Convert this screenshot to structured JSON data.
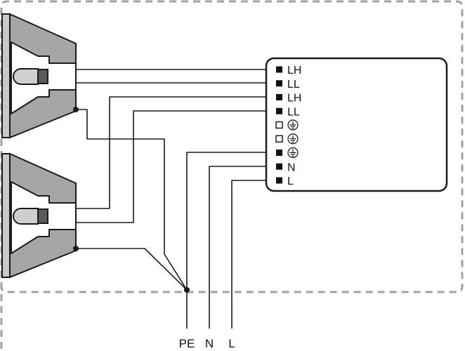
{
  "diagram": {
    "colors": {
      "line": "#1a1a1a",
      "housing": "#a6a6a6",
      "lamp_bar": "#c8c8c8",
      "dashed_outline": "#a0a0a0"
    },
    "terminals": [
      {
        "label": "LH",
        "filled": true,
        "ground_symbol": false
      },
      {
        "label": "LL",
        "filled": true,
        "ground_symbol": false
      },
      {
        "label": "LH",
        "filled": true,
        "ground_symbol": false
      },
      {
        "label": "LL",
        "filled": true,
        "ground_symbol": false
      },
      {
        "label": "",
        "filled": false,
        "ground_symbol": true
      },
      {
        "label": "",
        "filled": false,
        "ground_symbol": true
      },
      {
        "label": "",
        "filled": true,
        "ground_symbol": true
      },
      {
        "label": "N",
        "filled": true,
        "ground_symbol": false
      },
      {
        "label": "L",
        "filled": true,
        "ground_symbol": false
      }
    ],
    "supply_labels": [
      "PE",
      "N",
      "L"
    ]
  }
}
